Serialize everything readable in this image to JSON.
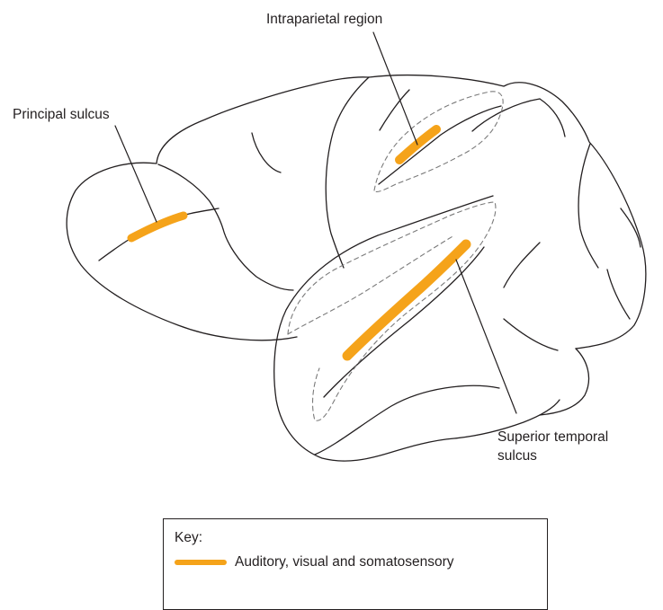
{
  "labels": {
    "intraparietal": "Intraparietal region",
    "principal": "Principal sulcus",
    "sts_line1": "Superior temporal",
    "sts_line2": "sulcus"
  },
  "key": {
    "title": "Key:",
    "entries": [
      {
        "label": "Auditory, visual and somatosensory",
        "color": "#f5a31a"
      }
    ]
  },
  "colors": {
    "highlight": "#f5a31a",
    "outline": "#231f20",
    "dashed": "#7a7a7a"
  }
}
